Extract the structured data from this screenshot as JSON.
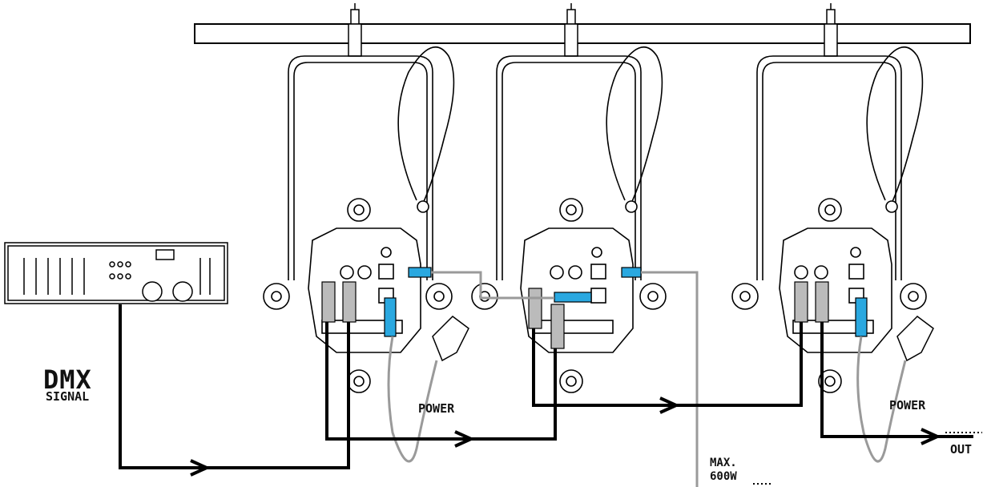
{
  "labels": {
    "dmx": "DMX",
    "signal": "SIGNAL",
    "power_left": "POWER",
    "power_right": "POWER",
    "out": "OUT",
    "max": "MAX.",
    "watt": "600W"
  },
  "fixtures": [
    {
      "id": "fixture-1",
      "power_cable": "plug"
    },
    {
      "id": "fixture-2",
      "power_cable": "linked"
    },
    {
      "id": "fixture-3",
      "power_cable": "plug"
    }
  ],
  "colors": {
    "line": "#000000",
    "accent_blue": "#2aa8e0",
    "grey_wire": "#9a9a9a"
  },
  "icons": [
    "dmx-controller-icon",
    "xlr-connector-icon",
    "power-plug-icon",
    "arrow-icon",
    "clamp-icon"
  ]
}
